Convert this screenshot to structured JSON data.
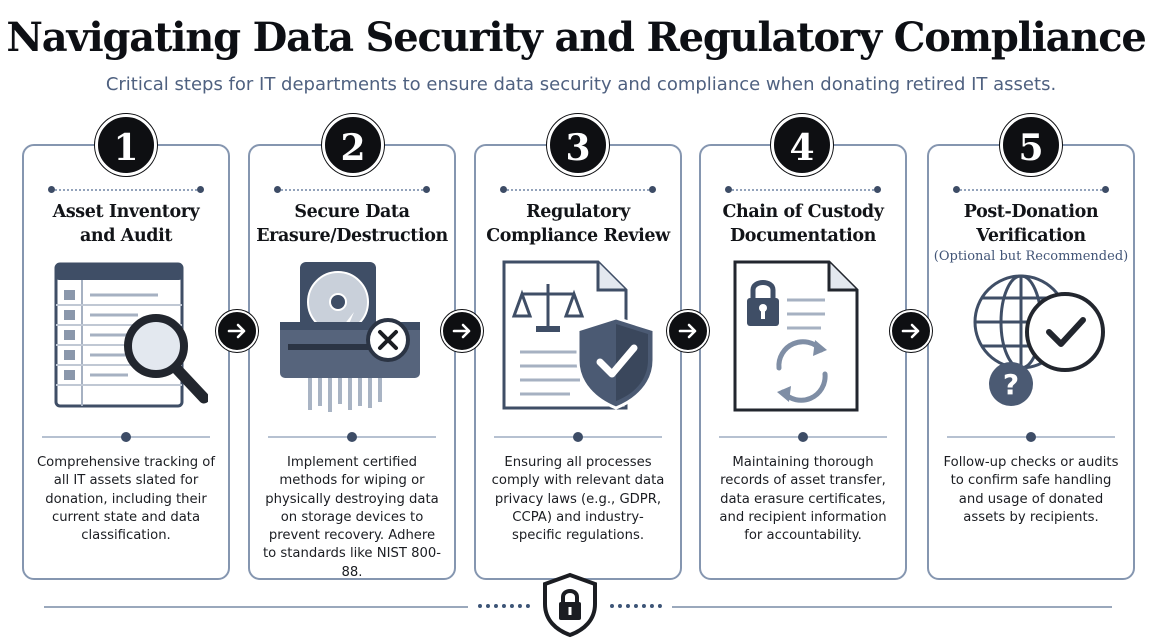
{
  "header": {
    "title": "Navigating Data Security and Regulatory Compliance",
    "subtitle": "Critical steps for IT departments to ensure data security and compliance when donating retired IT assets."
  },
  "steps": [
    {
      "number": "1",
      "title_line1": "Asset Inventory",
      "title_line2": "and Audit",
      "note": "",
      "icon": "inventory-list-magnifier-icon",
      "description": "Comprehensive tracking of all IT assets slated for donation, including their current state and data classification."
    },
    {
      "number": "2",
      "title_line1": "Secure Data",
      "title_line2": "Erasure/Destruction",
      "note": "",
      "icon": "hard-drive-shredder-icon",
      "description": "Implement certified methods for wiping or physically destroying data on storage devices to prevent recovery. Adhere to standards like NIST 800-88."
    },
    {
      "number": "3",
      "title_line1": "Regulatory",
      "title_line2": "Compliance Review",
      "note": "",
      "icon": "scales-document-shield-icon",
      "description": "Ensuring all processes comply with relevant data privacy laws (e.g., GDPR, CCPA) and industry-specific regulations."
    },
    {
      "number": "4",
      "title_line1": "Chain of Custody",
      "title_line2": "Documentation",
      "note": "",
      "icon": "lock-document-cycle-icon",
      "description": "Maintaining thorough records of asset transfer, data erasure certificates, and recipient information for accountability."
    },
    {
      "number": "5",
      "title_line1": "Post-Donation",
      "title_line2": "Verification",
      "note": "(Optional but Recommended)",
      "icon": "globe-check-question-icon",
      "description": "Follow-up checks or audits to confirm safe handling and usage of donated assets by recipients."
    }
  ],
  "colors": {
    "badge": "#0e0f12",
    "card_border": "#8596b0",
    "icon_dark": "#3f4e66",
    "icon_mid": "#7f8ea5",
    "accent_text": "#4f6180"
  }
}
